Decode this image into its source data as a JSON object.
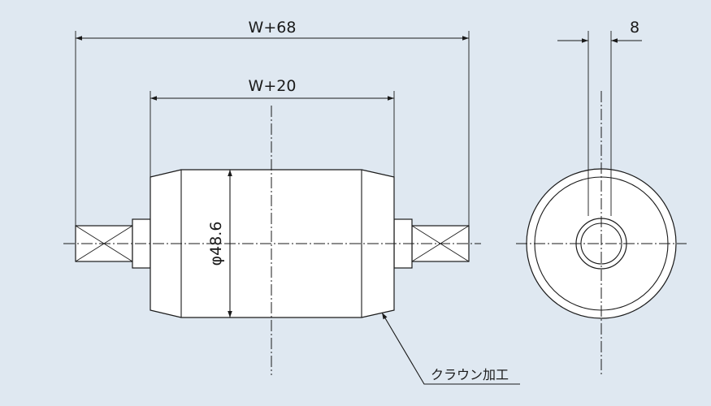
{
  "dimensions": {
    "overall_width": "W+68",
    "roller_width": "W+20",
    "diameter": "φ48.6",
    "shaft_flat": "8"
  },
  "annotation": {
    "crown_label": "クラウン加工"
  },
  "colors": {
    "background": "#dfe8f1",
    "line": "#1a1a1a",
    "part_fill": "#ffffff"
  }
}
